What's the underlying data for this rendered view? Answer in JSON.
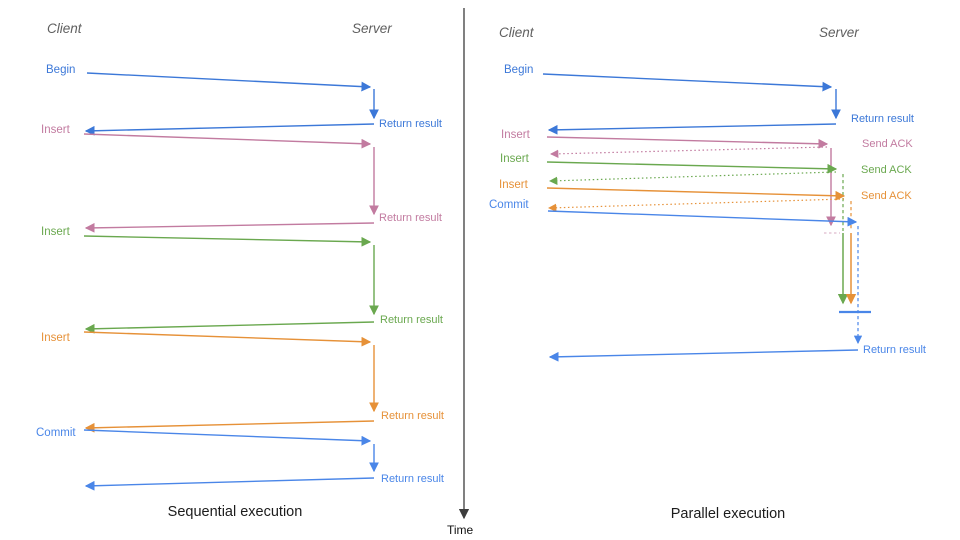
{
  "diagram_title_visible": false,
  "colors": {
    "begin_blue": "#3c78d8",
    "commit_blue": "#4a86e8",
    "insert_pink": "#c27ba0",
    "insert_green": "#6aa84f",
    "insert_orange": "#e69138",
    "axis_gray": "#3d3d3d",
    "header_gray": "#5f5f5f"
  },
  "time_axis": {
    "label": "Time"
  },
  "left": {
    "client_header": "Client",
    "server_header": "Server",
    "caption": "Sequential execution",
    "ops": [
      {
        "label": "Begin",
        "result": "Return result",
        "color": "#3c78d8"
      },
      {
        "label": "Insert",
        "result": "Return result",
        "color": "#c27ba0"
      },
      {
        "label": "Insert",
        "result": "Return result",
        "color": "#6aa84f"
      },
      {
        "label": "Insert",
        "result": "Return result",
        "color": "#e69138"
      },
      {
        "label": "Commit",
        "result": "Return result",
        "color": "#4a86e8"
      }
    ]
  },
  "right": {
    "client_header": "Client",
    "server_header": "Server",
    "caption": "Parallel execution",
    "ops": [
      {
        "label": "Begin",
        "response": "Return result",
        "color": "#3c78d8"
      },
      {
        "label": "Insert",
        "response": "Send ACK",
        "color": "#c27ba0"
      },
      {
        "label": "Insert",
        "response": "Send ACK",
        "color": "#6aa84f"
      },
      {
        "label": "Insert",
        "response": "Send ACK",
        "color": "#e69138"
      },
      {
        "label": "Commit",
        "response": "",
        "color": "#4a86e8"
      }
    ],
    "final_result": "Return result"
  }
}
